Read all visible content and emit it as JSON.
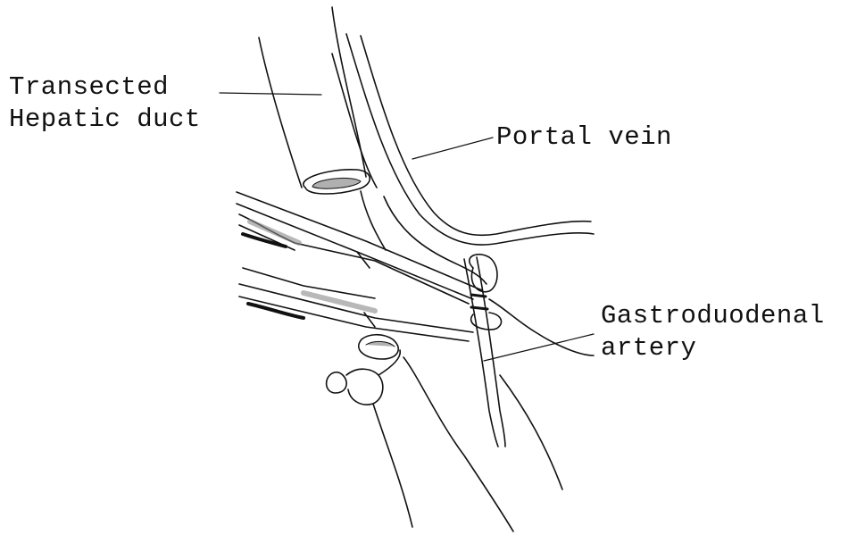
{
  "labels": {
    "hepatic_duct": [
      "Transected",
      "Hepatic duct"
    ],
    "portal_vein": [
      "Portal vein"
    ],
    "gastroduodenal_artery": [
      "Gastroduodenal",
      "artery"
    ]
  },
  "style": {
    "ink": "#111111",
    "background": "#ffffff",
    "hatch": "#888888"
  }
}
